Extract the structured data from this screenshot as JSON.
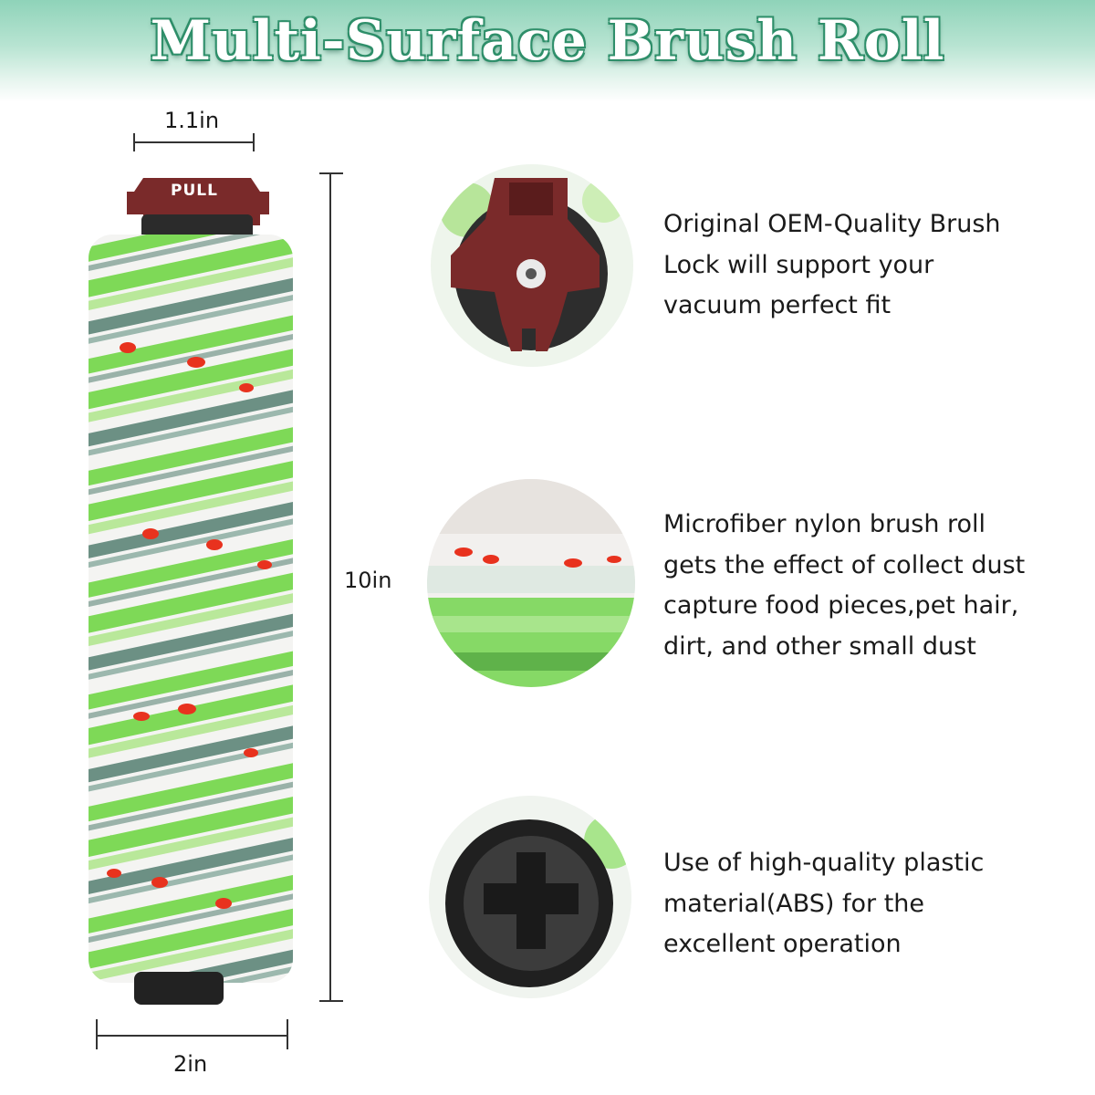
{
  "title": "Multi-Surface Brush Roll",
  "dimensions": {
    "top_width": "1.1in",
    "length": "10in",
    "bottom_width": "2in"
  },
  "roll": {
    "cap_label": "PULL"
  },
  "features": [
    {
      "lines": [
        "Original OEM-Quality Brush",
        "Lock will support your",
        "vacuum perfect fit"
      ]
    },
    {
      "lines": [
        "Microfiber nylon brush roll",
        "gets the effect of collect dust",
        "capture food pieces,pet hair,",
        "dirt, and other small dust"
      ]
    },
    {
      "lines": [
        "Use of high-quality plastic",
        "material(ABS) for the",
        "excellent operation"
      ]
    }
  ],
  "colors": {
    "title_outline": "#2f8f6a",
    "header_green": "#8fd3b9",
    "lock_maroon": "#7a2a2a",
    "bristle_green": "#7ed957",
    "bristle_dark": "#3f6f5f",
    "bristle_red": "#e8321e"
  }
}
